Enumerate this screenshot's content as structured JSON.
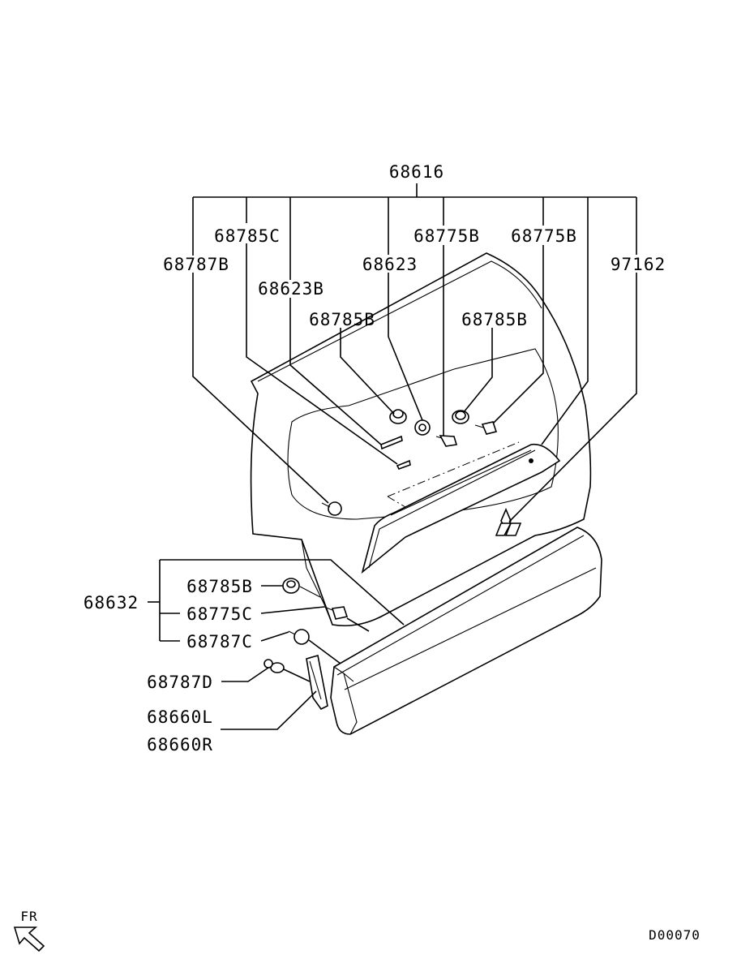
{
  "callouts": {
    "root": "68616",
    "p_68785C": "68785C",
    "p_68787B": "68787B",
    "p_68623B": "68623B",
    "p_68785B_left": "68785B",
    "p_68623": "68623",
    "p_68775B_a": "68775B",
    "p_68775B_b": "68775B",
    "p_68785B_right": "68785B",
    "p_97162": "97162",
    "group_68632": "68632",
    "p_68785B_low": "68785B",
    "p_68775C": "68775C",
    "p_68787C": "68787C",
    "p_68787D": "68787D",
    "p_68660L": "68660L",
    "p_68660R": "68660R"
  },
  "footer": {
    "direction_label": "FR",
    "diagram_code": "D00070"
  }
}
